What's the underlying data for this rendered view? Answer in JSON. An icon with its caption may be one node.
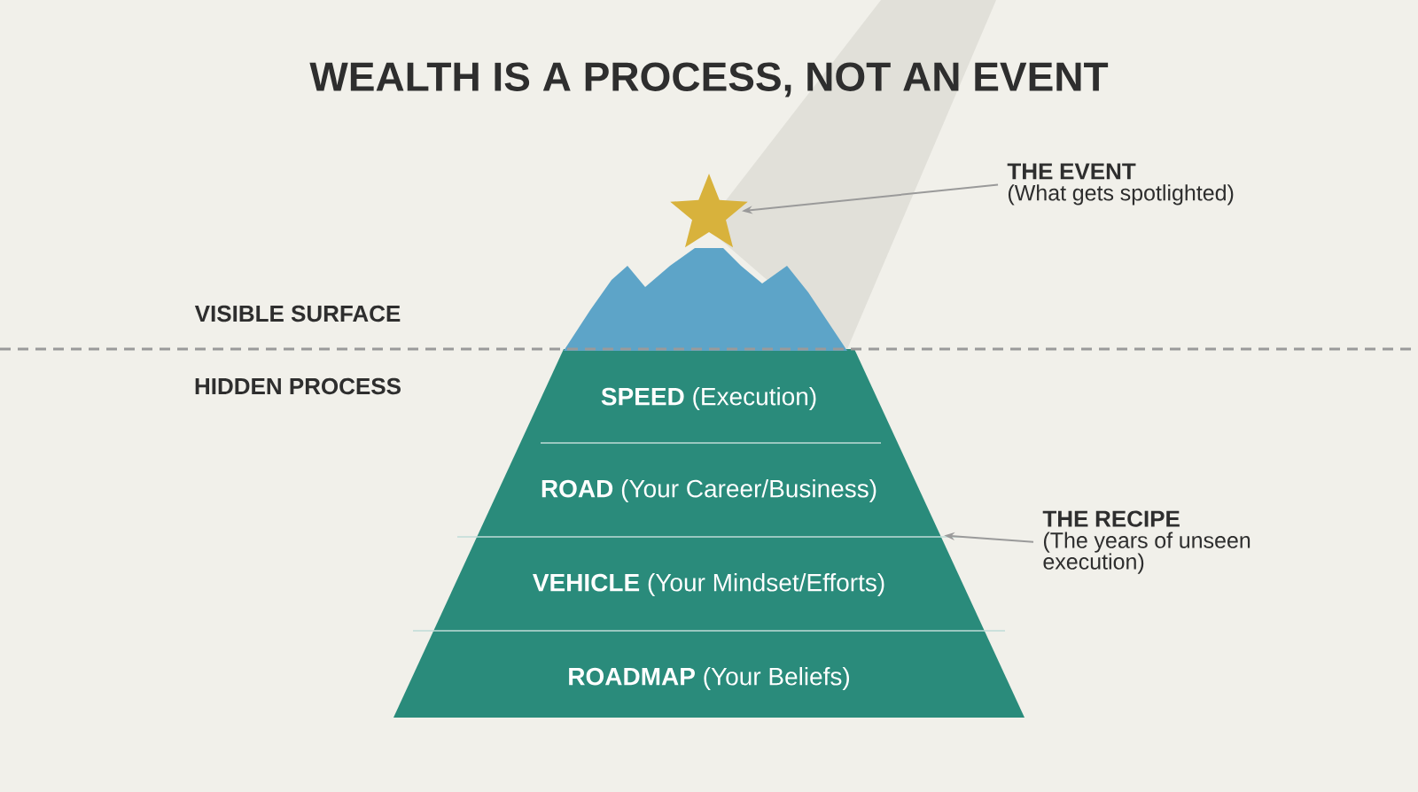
{
  "diagram": {
    "title": "WEALTH IS A PROCESS, NOT AN EVENT",
    "nodes": [
      {
        "text": [],
        "shape": "star"
      },
      {
        "text": [
          "THE EVENT",
          "(What gets spotlighted)"
        ]
      },
      {
        "text": [],
        "shape": "trapezoid"
      },
      {
        "text": [
          "**SPEED** (Execution)"
        ],
        "in": 2
      },
      {
        "text": [
          "**ROAD** (Your Career/Business)"
        ],
        "in": 2
      },
      {
        "text": [
          "**VEHICLE** (Your Mindset/Efforts)"
        ],
        "in": 2
      },
      {
        "text": [
          "**ROADMAP** (Your Beliefs)"
        ],
        "in": 2
      },
      {
        "text": [
          "THE RECIPE",
          "(The years of unseen execution)"
        ]
      }
    ],
    "edges": [
      {
        "from": 1,
        "to": 0,
        "arrow": "to"
      },
      {
        "from": 7,
        "to": 2,
        "arrow": "to"
      }
    ],
    "labels": [
      "VISIBLE SURFACE",
      "HIDDEN PROCESS"
    ]
  }
}
